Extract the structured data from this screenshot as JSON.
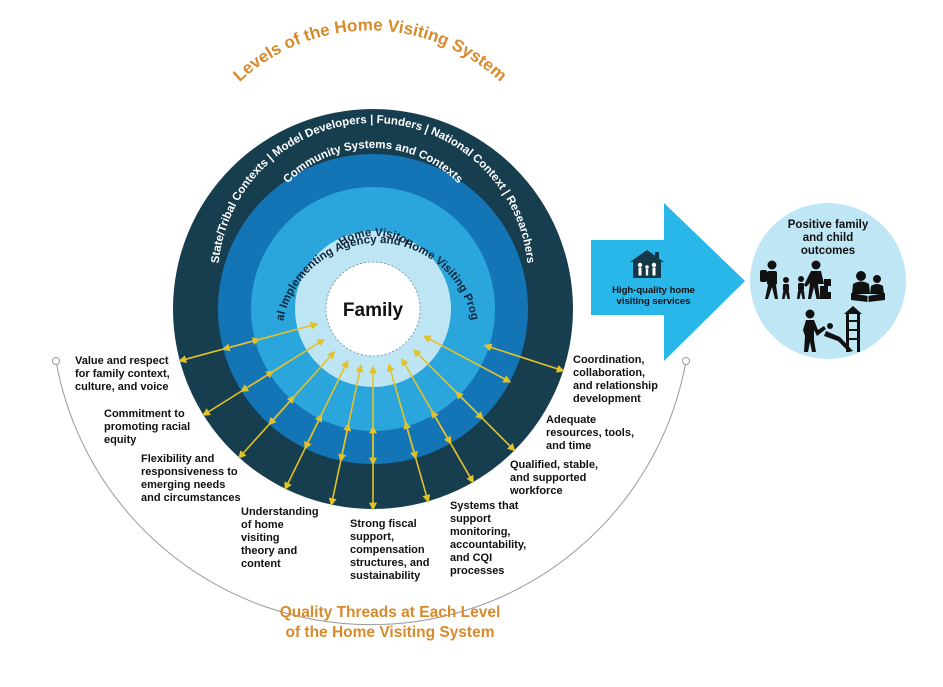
{
  "title": "Levels of the Home Visiting System",
  "rings": {
    "outer": "State/Tribal Contexts | Model Developers | Funders | National Context | Researchers",
    "community": "Community Systems and Contexts",
    "agency": "Local Implementing Agency and Home Visiting Program",
    "visitor": "Home Visitor",
    "center": "Family"
  },
  "colors": {
    "outer": "#173e4e",
    "community": "#1374b6",
    "agency": "#2aa6dc",
    "visitor": "#bde5f4",
    "arrow": "#e3c229",
    "accent": "#d88a2b",
    "big_arrow": "#29b7ea",
    "outcomes_bg": "#bfe6f5"
  },
  "threads": {
    "left": [
      "Value and respect\nfor family context,\nculture, and voice",
      "Commitment to\npromoting racial\nequity",
      "Flexibility and\nresponsiveness to\nemerging needs\nand circumstances",
      "Understanding\nof home\nvisiting\ntheory and\ncontent",
      "Strong fiscal\nsupport,\ncompensation\nstructures, and\nsustainability"
    ],
    "right": [
      "Coordination,\ncollaboration,\nand relationship\ndevelopment",
      "Adequate\nresources, tools,\nand time",
      "Qualified, stable,\nand supported\nworkforce",
      "Systems that\nsupport\nmonitoring,\naccountability,\nand CQI\nprocesses"
    ]
  },
  "quality_title": {
    "line1": "Quality Threads at Each Level",
    "line2": "of the Home Visiting System"
  },
  "services": {
    "label": "High-quality home\nvisiting services",
    "icon": "house-family-icon"
  },
  "outcomes": {
    "title": "Positive family\nand child\noutcomes",
    "icons": [
      "family-walking-icon",
      "reading-together-icon",
      "child-slide-icon"
    ]
  }
}
